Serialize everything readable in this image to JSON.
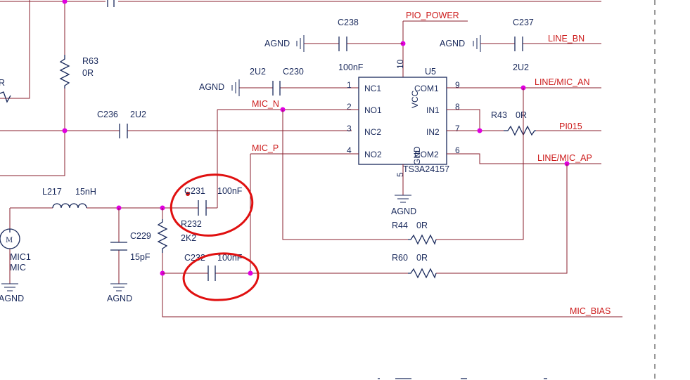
{
  "title": "",
  "chip": {
    "ref": "U5",
    "part": "TS3A24157",
    "vcc_pin": "VCC",
    "gnd_pin": "GND",
    "pins_left": [
      {
        "num": "1",
        "name": "NC1"
      },
      {
        "num": "2",
        "name": "NO1"
      },
      {
        "num": "3",
        "name": "NC2"
      },
      {
        "num": "4",
        "name": "NO2"
      }
    ],
    "pins_right": [
      {
        "num": "9",
        "name": "COM1"
      },
      {
        "num": "8",
        "name": "IN1"
      },
      {
        "num": "7",
        "name": "IN2"
      },
      {
        "num": "6",
        "name": "COM2"
      }
    ],
    "vcc_num": "10",
    "gnd_num": "5"
  },
  "nets": {
    "pio_power": "PIO_POWER",
    "line_bn": "LINE_BN",
    "line_mic_an": "LINE/MIC_AN",
    "pio15": "PI015",
    "line_mic_ap": "LINE/MIC_AP",
    "mic_n": "MIC_N",
    "mic_p": "MIC_P",
    "mic_bias": "MIC_BIAS"
  },
  "ground": "AGND",
  "components": {
    "c238": {
      "ref": "C238",
      "value": "100nF"
    },
    "c237": {
      "ref": "C237",
      "value": "2U2"
    },
    "c230": {
      "ref": "C230",
      "value": "2U2"
    },
    "c236": {
      "ref": "C236",
      "value": "2U2"
    },
    "c231": {
      "ref": "C231",
      "value": "100nF"
    },
    "c232": {
      "ref": "C232",
      "value": "100nF"
    },
    "c229": {
      "ref": "C229",
      "value": "15pF"
    },
    "r63": {
      "ref": "R63",
      "value": "0R"
    },
    "r43": {
      "ref": "R43",
      "value": "0R"
    },
    "r44": {
      "ref": "R44",
      "value": "0R"
    },
    "r60": {
      "ref": "R60",
      "value": "0R"
    },
    "r232": {
      "ref": "R232",
      "value": "2K2"
    },
    "l217": {
      "ref": "L217",
      "value": "15nH"
    },
    "mic1": {
      "ref": "MIC1",
      "value": "MIC",
      "symbol": "M"
    },
    "partial_left": "R"
  }
}
